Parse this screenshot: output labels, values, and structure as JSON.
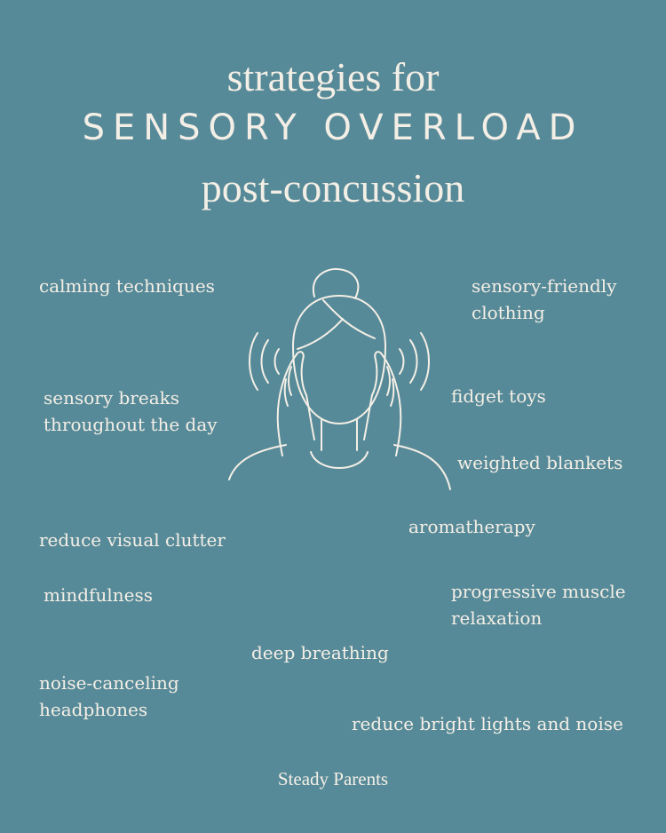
{
  "title": {
    "line1": "strategies for",
    "line2": "SENSORY OVERLOAD",
    "line3": "post-concussion"
  },
  "strategies": {
    "calming_techniques": "calming techniques",
    "sensory_friendly_clothing": "sensory-friendly\nclothing",
    "sensory_breaks": "sensory breaks\nthroughout the day",
    "fidget_toys": "fidget toys",
    "weighted_blankets": "weighted blankets",
    "aromatherapy": "aromatherapy",
    "reduce_visual_clutter": "reduce visual clutter",
    "mindfulness": "mindfulness",
    "progressive_muscle_relaxation": "progressive muscle\nrelaxation",
    "deep_breathing": "deep breathing",
    "noise_canceling_headphones": "noise-canceling\nheadphones",
    "reduce_bright_lights": "reduce bright lights and noise"
  },
  "illustration": {
    "icon": "person-covering-ears-icon"
  },
  "brand": "Steady Parents",
  "colors": {
    "background": "#578a98",
    "text": "#f4efe6"
  }
}
